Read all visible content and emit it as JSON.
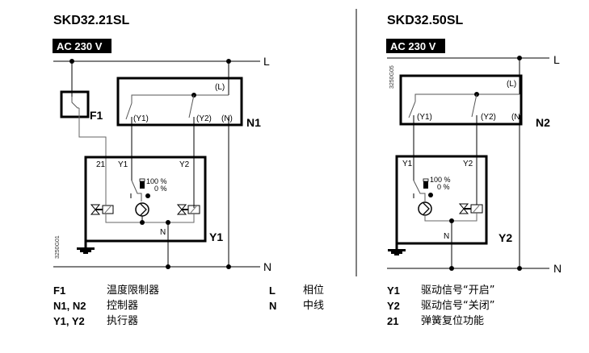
{
  "diagrams": [
    {
      "title": "SKD32.21SL",
      "supply": "AC 230 V",
      "line_L": "L",
      "line_N": "N",
      "thermostat_label": "F1",
      "controller_label": "N1",
      "controller_terminals": [
        "(L)",
        "(Y1)",
        "(Y2)",
        "(N)"
      ],
      "actuator_label": "Y1",
      "actuator_terminals": [
        "21",
        "Y1",
        "Y2",
        "N"
      ],
      "position_indicator": [
        "100 %",
        "0 %"
      ],
      "drawing_code": "3250G01"
    },
    {
      "title": "SKD32.50SL",
      "supply": "AC 230 V",
      "line_L": "L",
      "line_N": "N",
      "controller_label": "N2",
      "controller_terminals": [
        "(L)",
        "(Y1)",
        "(Y2)",
        "(N)"
      ],
      "actuator_label": "Y2",
      "actuator_terminals": [
        "Y1",
        "Y2",
        "N"
      ],
      "position_indicator": [
        "100 %",
        "0 %"
      ],
      "drawing_code": "3250G05"
    }
  ],
  "legend_left": [
    {
      "key": "F1",
      "value": "温度限制器"
    },
    {
      "key": "N1, N2",
      "value": "控制器"
    },
    {
      "key": "Y1, Y2",
      "value": "执行器"
    }
  ],
  "legend_mid": [
    {
      "key": "L",
      "value": "相位"
    },
    {
      "key": "N",
      "value": "中线"
    }
  ],
  "legend_right": [
    {
      "key": "Y1",
      "value": "驱动信号“开启”"
    },
    {
      "key": "Y2",
      "value": "驱动信号“关闭”"
    },
    {
      "key": "21",
      "value": "弹簧复位功能"
    }
  ]
}
